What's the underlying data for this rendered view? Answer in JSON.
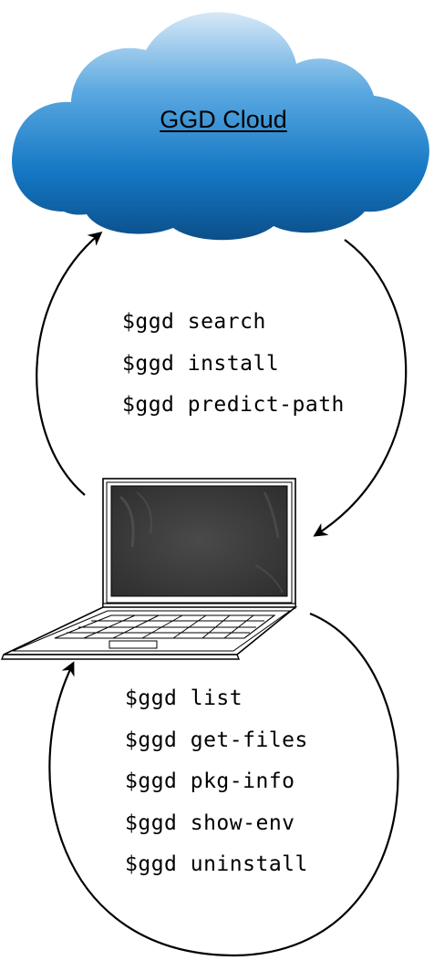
{
  "cloud": {
    "title": "GGD Cloud"
  },
  "remote_commands": [
    "$ggd search",
    "$ggd install",
    "$ggd predict-path"
  ],
  "local_commands": [
    "$ggd list",
    "$ggd get-files",
    "$ggd pkg-info",
    "$ggd show-env",
    "$ggd uninstall"
  ]
}
